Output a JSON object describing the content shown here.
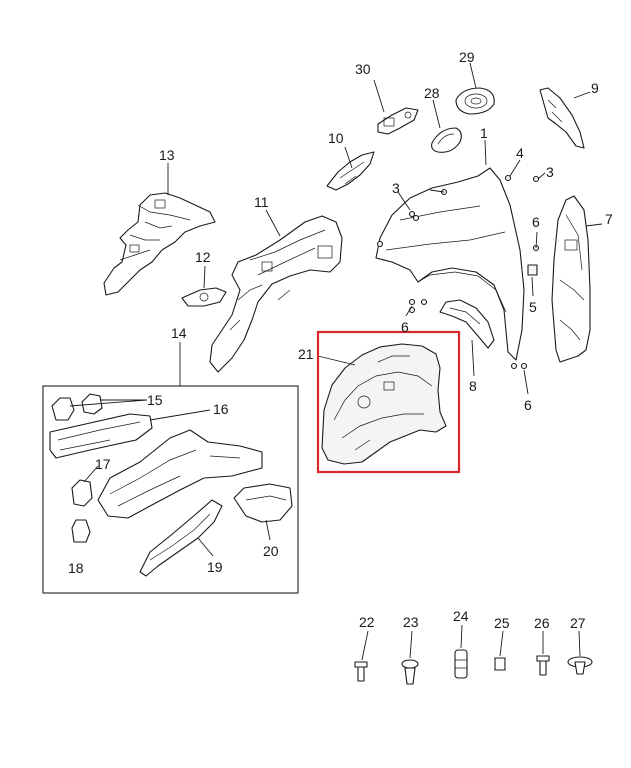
{
  "diagram": {
    "highlight_color": "#d9252b",
    "highlighted_part": "21",
    "callouts": {
      "c1": "1",
      "c3a": "3",
      "c3b": "3",
      "c4": "4",
      "c5": "5",
      "c6a": "6",
      "c6b": "6",
      "c6c": "6",
      "c7": "7",
      "c8": "8",
      "c9": "9",
      "c10": "10",
      "c11": "11",
      "c12": "12",
      "c13": "13",
      "c14": "14",
      "c15": "15",
      "c16": "16",
      "c17": "17",
      "c18": "18",
      "c19": "19",
      "c20": "20",
      "c21": "21",
      "c22": "22",
      "c23": "23",
      "c24": "24",
      "c25": "25",
      "c26": "26",
      "c27": "27",
      "c28": "28",
      "c29": "29",
      "c30": "30"
    }
  }
}
